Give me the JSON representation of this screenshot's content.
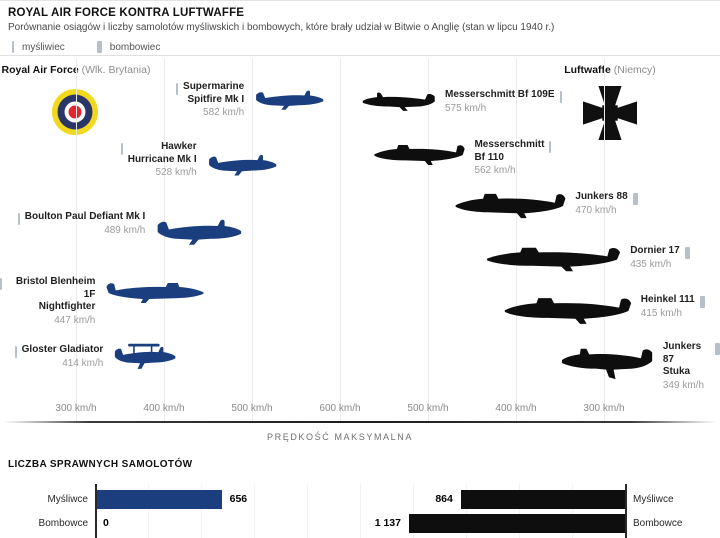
{
  "header": {
    "title": "ROYAL AIR FORCE KONTRA LUFTWAFFE",
    "subtitle": "Porównanie osiągów i liczby samolotów myśliwskich i bombowych, które brały udział w Bitwie o Anglię (stan w lipcu 1940 r.)"
  },
  "legend": {
    "fighter_label": "myśliwiec",
    "bomber_label": "bombowiec"
  },
  "sides": {
    "raf": {
      "name": "Royal Air Force",
      "region": "(Wlk. Brytania)",
      "color": "#1b3f7e",
      "emblem": "raf-roundel"
    },
    "luftwaffe": {
      "name": "Luftwaffe",
      "region": "(Niemcy)",
      "color": "#0e0e0e",
      "emblem": "balkenkreuz-cross"
    }
  },
  "speed_axis": {
    "ticks": [
      "300 km/h",
      "400 km/h",
      "500 km/h",
      "600 km/h",
      "500 km/h",
      "400 km/h",
      "300 km/h"
    ],
    "title": "PRĘDKOŚĆ MAKSYMALNA"
  },
  "planes": [
    {
      "side": "raf",
      "type": "fighter",
      "name_lines": [
        "Supermarine",
        "Spitfire Mk I"
      ],
      "speed_kmh": 582,
      "speed_label": "582 km/h"
    },
    {
      "side": "raf",
      "type": "fighter",
      "name_lines": [
        "Hawker",
        "Hurricane Mk I"
      ],
      "speed_kmh": 528,
      "speed_label": "528 km/h"
    },
    {
      "side": "raf",
      "type": "fighter",
      "name_lines": [
        "Boulton Paul Defiant Mk I"
      ],
      "speed_kmh": 489,
      "speed_label": "489 km/h"
    },
    {
      "side": "raf",
      "type": "fighter",
      "name_lines": [
        "Bristol Blenheim 1F",
        "Nightfighter"
      ],
      "speed_kmh": 447,
      "speed_label": "447 km/h"
    },
    {
      "side": "raf",
      "type": "fighter",
      "name_lines": [
        "Gloster Gladiator"
      ],
      "speed_kmh": 414,
      "speed_label": "414 km/h"
    },
    {
      "side": "luftwaffe",
      "type": "fighter",
      "name_lines": [
        "Messerschmitt Bf 109E"
      ],
      "speed_kmh": 575,
      "speed_label": "575 km/h"
    },
    {
      "side": "luftwaffe",
      "type": "fighter",
      "name_lines": [
        "Messerschmitt",
        "Bf 110"
      ],
      "speed_kmh": 562,
      "speed_label": "562 km/h"
    },
    {
      "side": "luftwaffe",
      "type": "bomber",
      "name_lines": [
        "Junkers 88"
      ],
      "speed_kmh": 470,
      "speed_label": "470 km/h"
    },
    {
      "side": "luftwaffe",
      "type": "bomber",
      "name_lines": [
        "Dornier 17"
      ],
      "speed_kmh": 435,
      "speed_label": "435 km/h"
    },
    {
      "side": "luftwaffe",
      "type": "bomber",
      "name_lines": [
        "Heinkel 111"
      ],
      "speed_kmh": 415,
      "speed_label": "415 km/h"
    },
    {
      "side": "luftwaffe",
      "type": "bomber",
      "name_lines": [
        "Junkers 87",
        "Stuka"
      ],
      "speed_kmh": 349,
      "speed_label": "349 km/h"
    }
  ],
  "counts": {
    "title": "LICZBA SPRAWNYCH SAMOLOTÓW",
    "raf_rows": [
      {
        "label": "Myśliwce",
        "value": 656,
        "value_label": "656"
      },
      {
        "label": "Bombowce",
        "value": 0,
        "value_label": "0"
      }
    ],
    "luftwaffe_rows": [
      {
        "label": "Myśliwce",
        "value": 864,
        "value_label": "864"
      },
      {
        "label": "Bombowce",
        "value": 1137,
        "value_label": "1 137"
      }
    ]
  },
  "chart_data": [
    {
      "type": "scatter",
      "title": "PRĘDKOŚĆ MAKSYMALNA",
      "xlabel": "km/h",
      "axis_ticks": [
        300,
        400,
        500,
        600,
        500,
        400,
        300
      ],
      "series": [
        {
          "name": "Royal Air Force (Wlk. Brytania)",
          "points": [
            {
              "label": "Supermarine Spitfire Mk I",
              "value": 582
            },
            {
              "label": "Hawker Hurricane Mk I",
              "value": 528
            },
            {
              "label": "Boulton Paul Defiant Mk I",
              "value": 489
            },
            {
              "label": "Bristol Blenheim 1F Nightfighter",
              "value": 447
            },
            {
              "label": "Gloster Gladiator",
              "value": 414
            }
          ]
        },
        {
          "name": "Luftwaffe (Niemcy)",
          "points": [
            {
              "label": "Messerschmitt Bf 109E",
              "value": 575
            },
            {
              "label": "Messerschmitt Bf 110",
              "value": 562
            },
            {
              "label": "Junkers 88",
              "value": 470
            },
            {
              "label": "Dornier 17",
              "value": 435
            },
            {
              "label": "Heinkel 111",
              "value": 415
            },
            {
              "label": "Junkers 87 Stuka",
              "value": 349
            }
          ]
        }
      ]
    },
    {
      "type": "bar",
      "title": "LICZBA SPRAWNYCH SAMOLOTÓW",
      "categories": [
        "Myśliwce",
        "Bombowce"
      ],
      "series": [
        {
          "name": "Royal Air Force",
          "values": [
            656,
            0
          ]
        },
        {
          "name": "Luftwaffe",
          "values": [
            864,
            1137
          ]
        }
      ]
    }
  ]
}
